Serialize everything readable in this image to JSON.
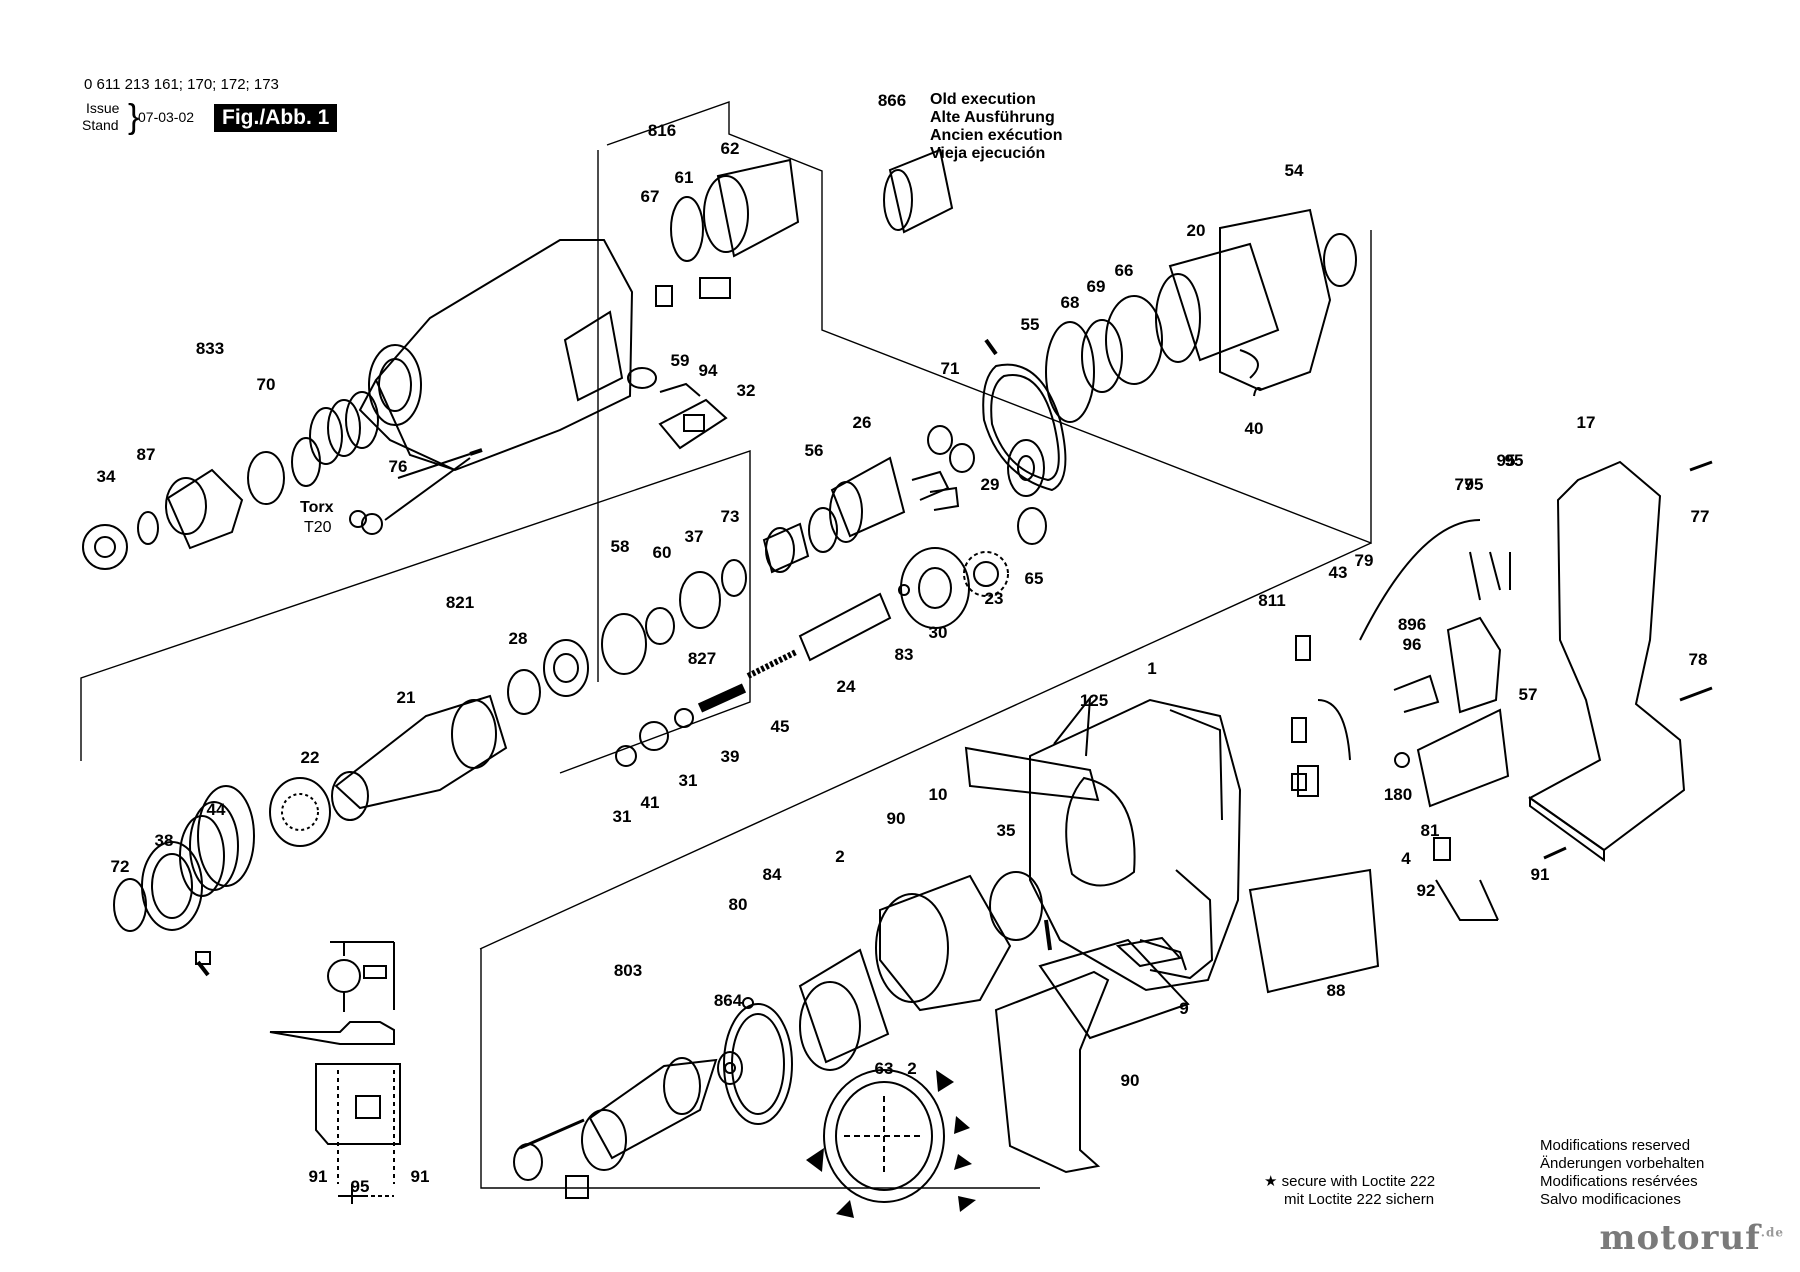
{
  "header": {
    "model": "0 611 213 161; 170; 172; 173",
    "issue": "Issue",
    "stand": "Stand",
    "date": "07-03-02",
    "fig": "Fig./Abb. 1"
  },
  "old_execution": [
    "Old execution",
    "Alte Ausführung",
    "Ancien exécution",
    "Vieja ejecución"
  ],
  "torx": [
    "Torx",
    "T20"
  ],
  "loctite": [
    "★ secure with Loctite 222",
    "mit Loctite 222 sichern"
  ],
  "modifications": [
    "Modifications reserved",
    "Änderungen vorbehalten",
    "Modifications resérvées",
    "Salvo modificaciones"
  ],
  "watermark": {
    "main": "motoruf",
    "suffix": ".de"
  },
  "callouts": [
    "866",
    "816",
    "67",
    "61",
    "62",
    "54",
    "20",
    "69",
    "68",
    "66",
    "833",
    "70",
    "59",
    "94",
    "32",
    "55",
    "71",
    "87",
    "34",
    "76",
    "26",
    "56",
    "29",
    "40",
    "73",
    "37",
    "60",
    "58",
    "23",
    "30",
    "65",
    "17",
    "95",
    "95",
    "77",
    "821",
    "28",
    "827",
    "83",
    "24",
    "45",
    "39",
    "21",
    "22",
    "44",
    "38",
    "72",
    "31",
    "41",
    "31",
    "43",
    "79",
    "811",
    "896",
    "96",
    "57",
    "1",
    "125",
    "10",
    "90",
    "35",
    "2",
    "84",
    "80",
    "803",
    "864",
    "63",
    "2",
    "90",
    "88",
    "9",
    "180",
    "81",
    "4",
    "92",
    "91",
    "78",
    "77",
    "95",
    "95",
    "91",
    "91"
  ],
  "colors": {
    "line": "#000000",
    "background": "#ffffff",
    "watermark": "#7a7a7a"
  }
}
